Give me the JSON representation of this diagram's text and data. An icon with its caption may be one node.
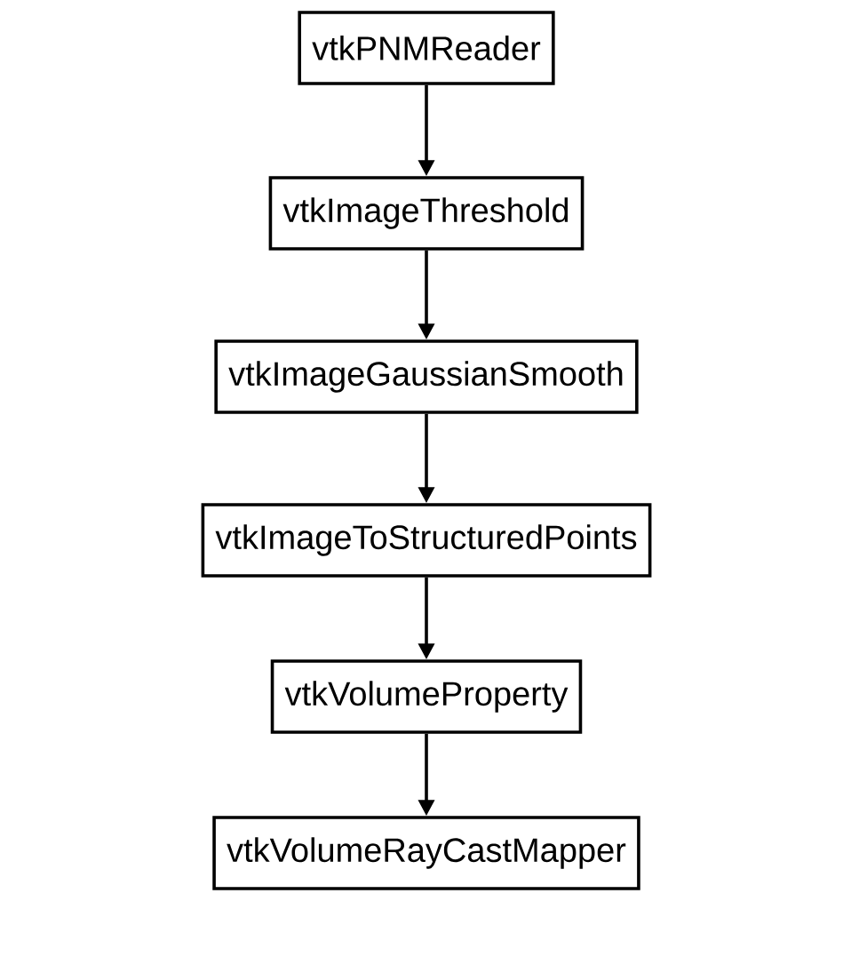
{
  "diagram": {
    "nodes": [
      {
        "text": [
          "vtkPNMReader"
        ]
      },
      {
        "text": [
          "vtkImageThreshold"
        ]
      },
      {
        "text": [
          "vtkImageGaussianSmooth"
        ]
      },
      {
        "text": [
          "vtkImageToStructuredPoints"
        ]
      },
      {
        "text": [
          "vtkVolumeProperty"
        ]
      },
      {
        "text": [
          "vtkVolumeRayCastMapper"
        ]
      }
    ],
    "edges": [
      {
        "from": 0,
        "to": 1,
        "arrow": "to"
      },
      {
        "from": 1,
        "to": 2,
        "arrow": "to"
      },
      {
        "from": 2,
        "to": 3,
        "arrow": "to"
      },
      {
        "from": 3,
        "to": 4,
        "arrow": "to"
      },
      {
        "from": 4,
        "to": 5,
        "arrow": "to"
      }
    ]
  }
}
